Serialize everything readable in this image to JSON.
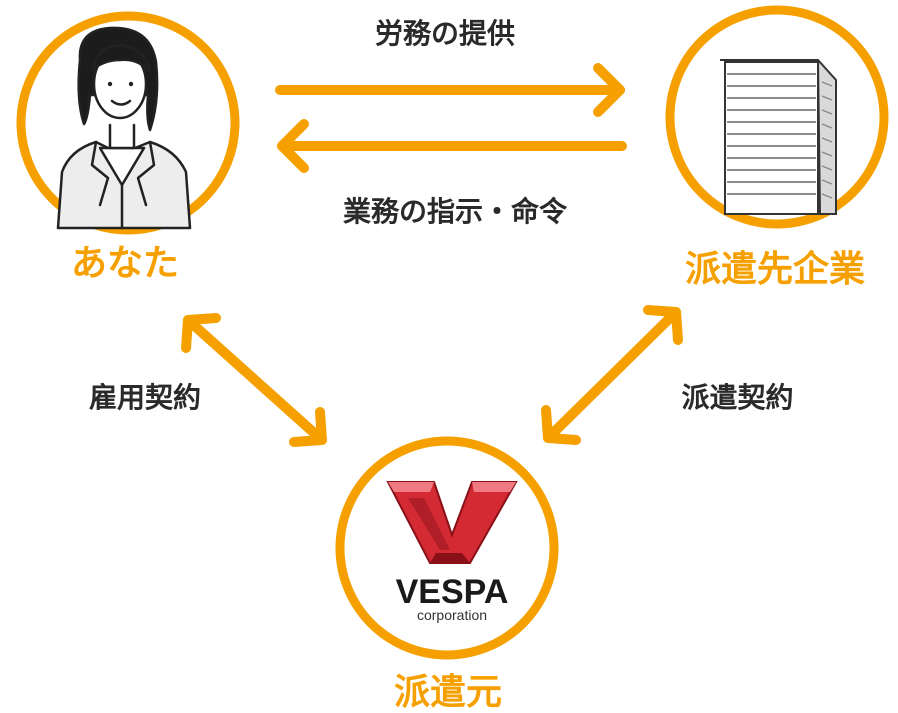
{
  "colors": {
    "accent": "#f6a000",
    "text": "#2a2a2a",
    "logo_red": "#d32a34",
    "logo_pink": "#f07a82",
    "logo_dark": "#8a1018"
  },
  "nodes": {
    "you": {
      "label": "あなた",
      "icon": "person-icon"
    },
    "client": {
      "label": "派遣先企業",
      "icon": "building-icon"
    },
    "dispatcher": {
      "label": "派遣元",
      "icon": "vespa-logo",
      "logo_text": "VESPA",
      "logo_subtext": "corporation"
    }
  },
  "edges": {
    "labor": {
      "label": "労務の提供"
    },
    "instruction": {
      "label": "業務の指示・命令"
    },
    "employment": {
      "label": "雇用契約"
    },
    "dispatch_contract": {
      "label": "派遣契約"
    }
  }
}
